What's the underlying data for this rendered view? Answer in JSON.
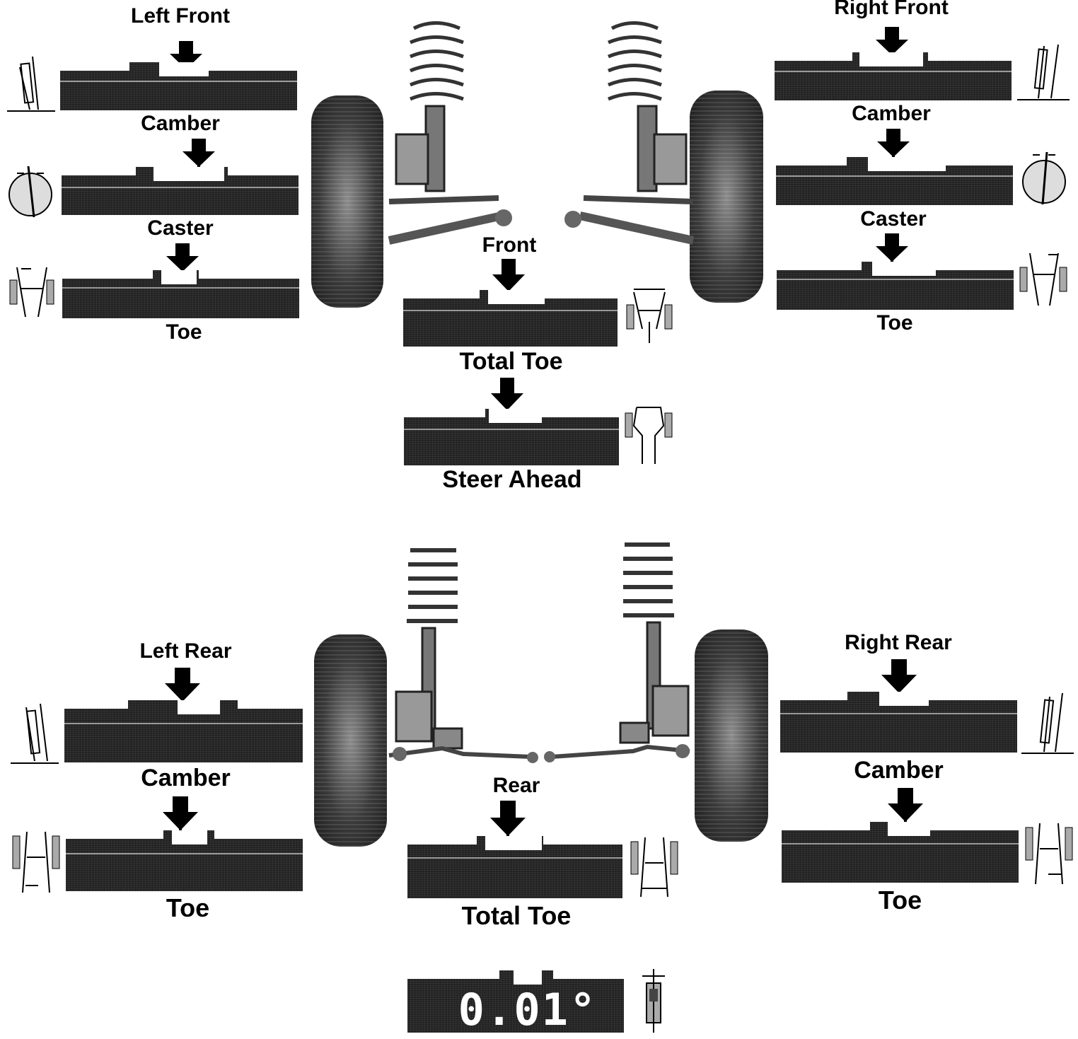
{
  "front": {
    "left_title": "Left Front",
    "right_title": "Right Front",
    "center_title": "Front",
    "left_labels": [
      "Camber",
      "Caster",
      "Toe"
    ],
    "right_labels": [
      "Camber",
      "Caster",
      "Toe"
    ],
    "total_toe_label": "Total Toe",
    "steer_ahead_label": "Steer Ahead"
  },
  "rear": {
    "left_title": "Left Rear",
    "right_title": "Right Rear",
    "center_title": "Rear",
    "left_labels": [
      "Camber",
      "Toe"
    ],
    "right_labels": [
      "Camber",
      "Toe"
    ],
    "total_toe_label": "Total Toe"
  },
  "readout": {
    "value": "0.01°"
  },
  "colors": {
    "gauge": "#222222",
    "arrow": "#000000",
    "background": "#ffffff"
  },
  "icons": [
    "camber-icon",
    "caster-icon",
    "toe-icon",
    "total-toe-icon",
    "steer-ahead-icon",
    "thrust-icon"
  ]
}
